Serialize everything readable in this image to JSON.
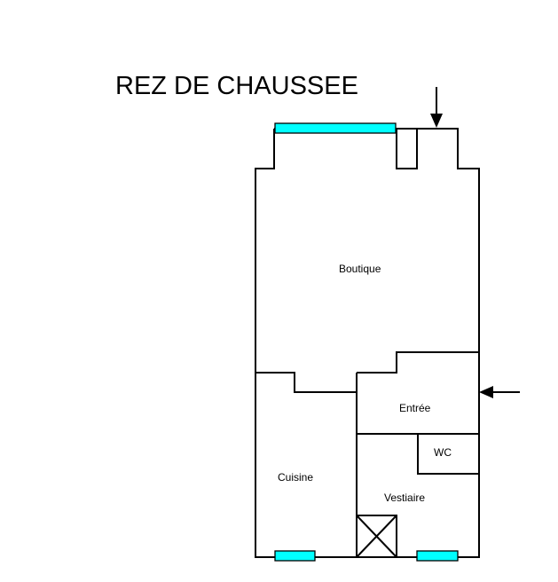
{
  "title": "REZ DE CHAUSSEE",
  "rooms": {
    "boutique": "Boutique",
    "entree": "Entrée",
    "wc": "WC",
    "cuisine": "Cuisine",
    "vestiaire": "Vestiaire"
  },
  "colors": {
    "window": "#00ffff",
    "wall": "#000000",
    "background": "#ffffff"
  },
  "icons": {
    "entrance_arrows": "arrow-icon",
    "stairwell": "crossed-box-icon"
  }
}
